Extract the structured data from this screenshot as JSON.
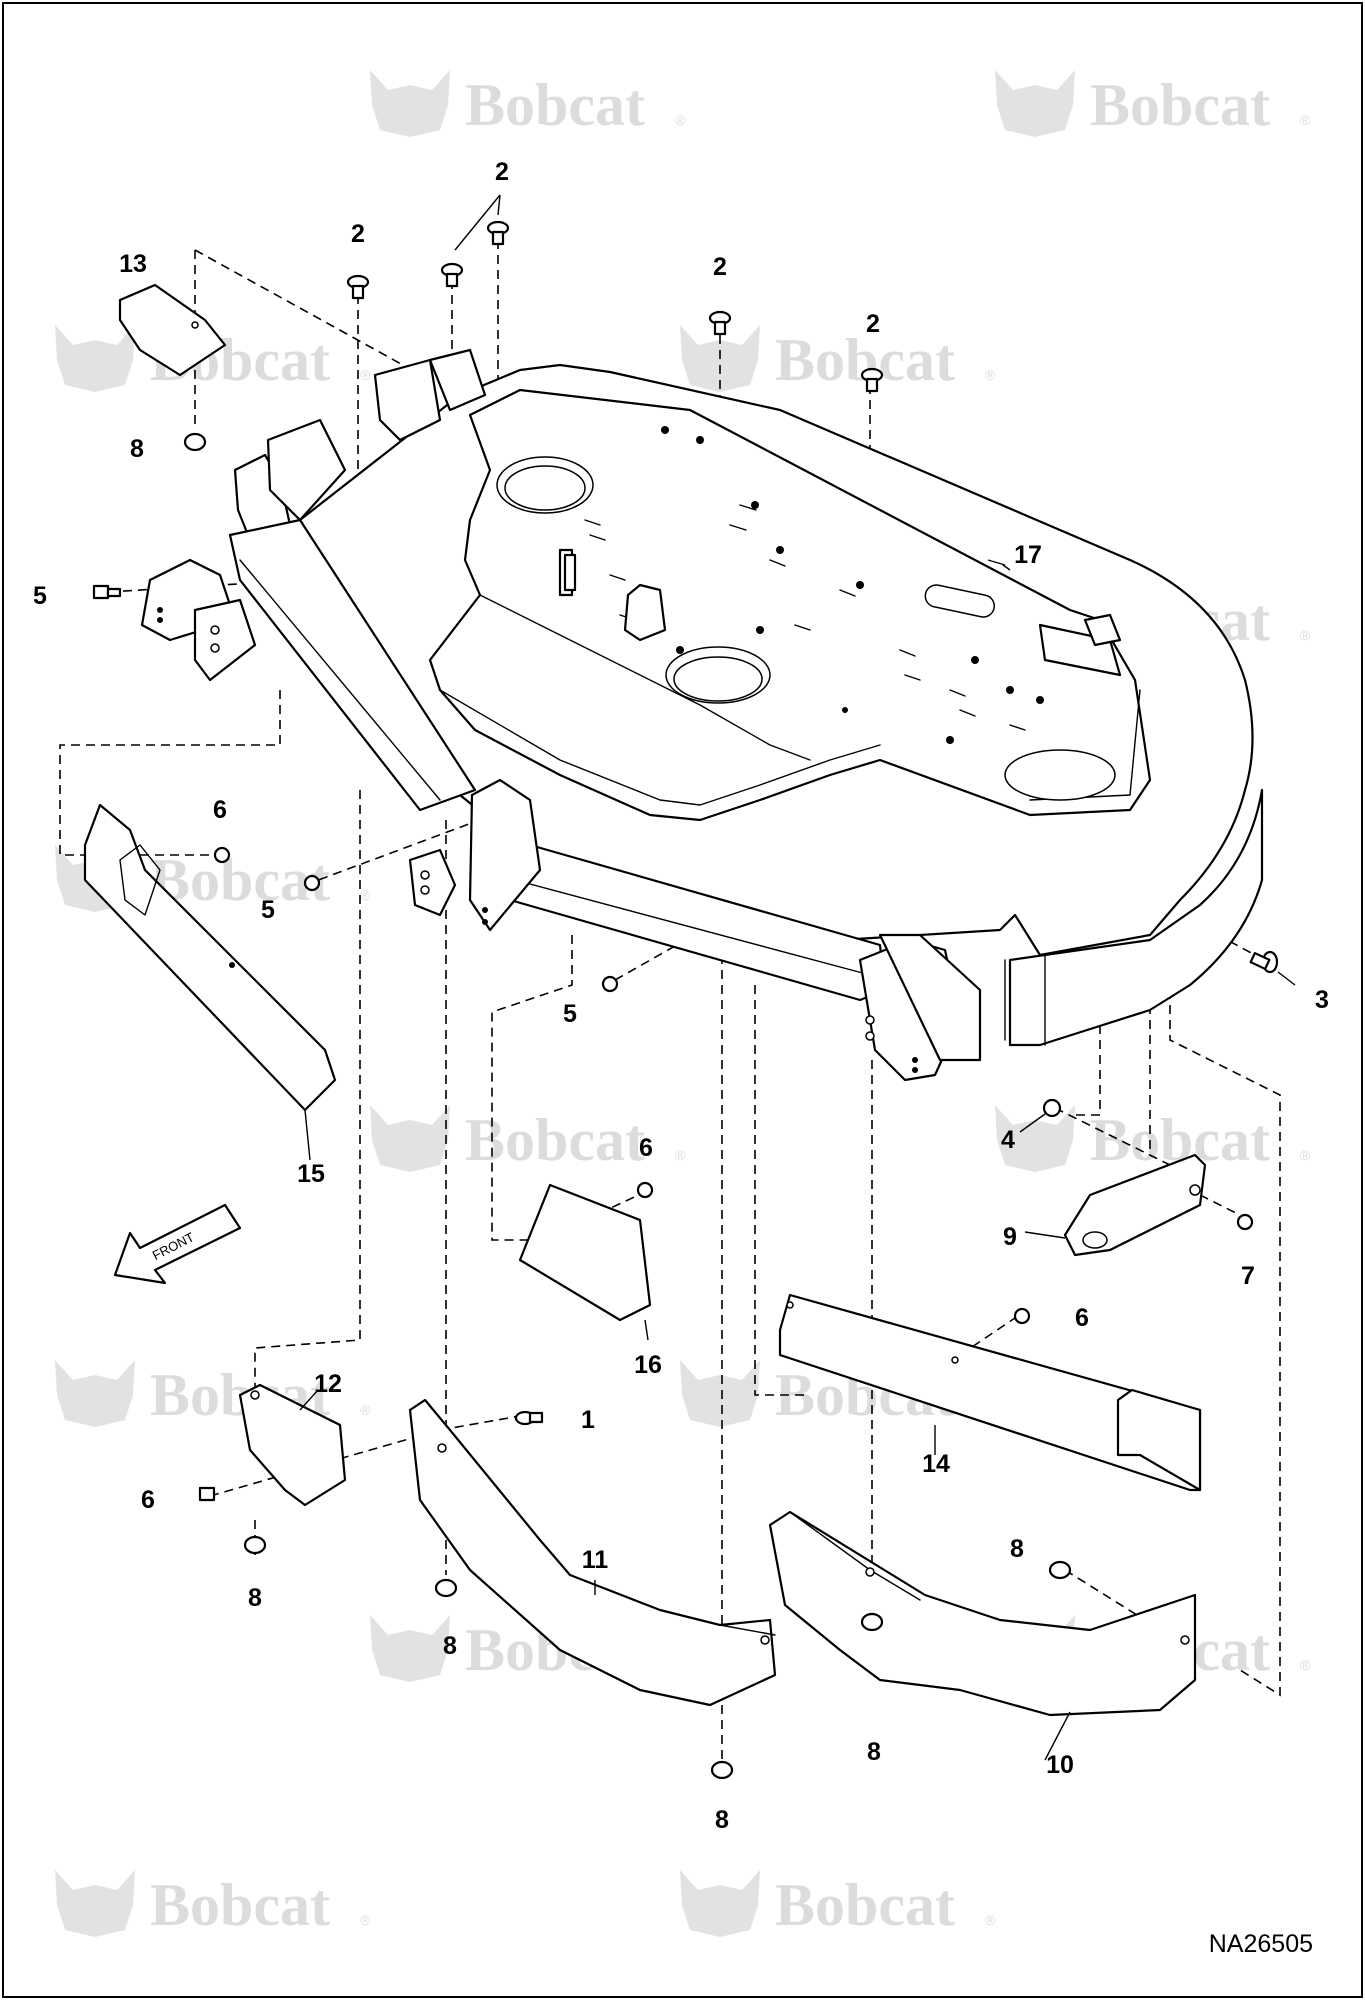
{
  "drawing": {
    "figure_number": "NA26505",
    "watermark": {
      "brand": "Bobcat",
      "mark": "®"
    },
    "front_arrow_label": "FRONT"
  },
  "callouts": {
    "c1": "1",
    "c2a": "2",
    "c2b": "2",
    "c2c": "2",
    "c2d": "2",
    "c3": "3",
    "c4": "4",
    "c5a": "5",
    "c5b": "5",
    "c5c": "5",
    "c6a": "6",
    "c6b": "6",
    "c6c": "6",
    "c6d": "6",
    "c7": "7",
    "c8a": "8",
    "c8b": "8",
    "c8c": "8",
    "c8d": "8",
    "c8e": "8",
    "c8f": "8",
    "c9": "9",
    "c10": "10",
    "c11": "11",
    "c12": "12",
    "c13": "13",
    "c14": "14",
    "c15": "15",
    "c16": "16",
    "c17": "17"
  }
}
